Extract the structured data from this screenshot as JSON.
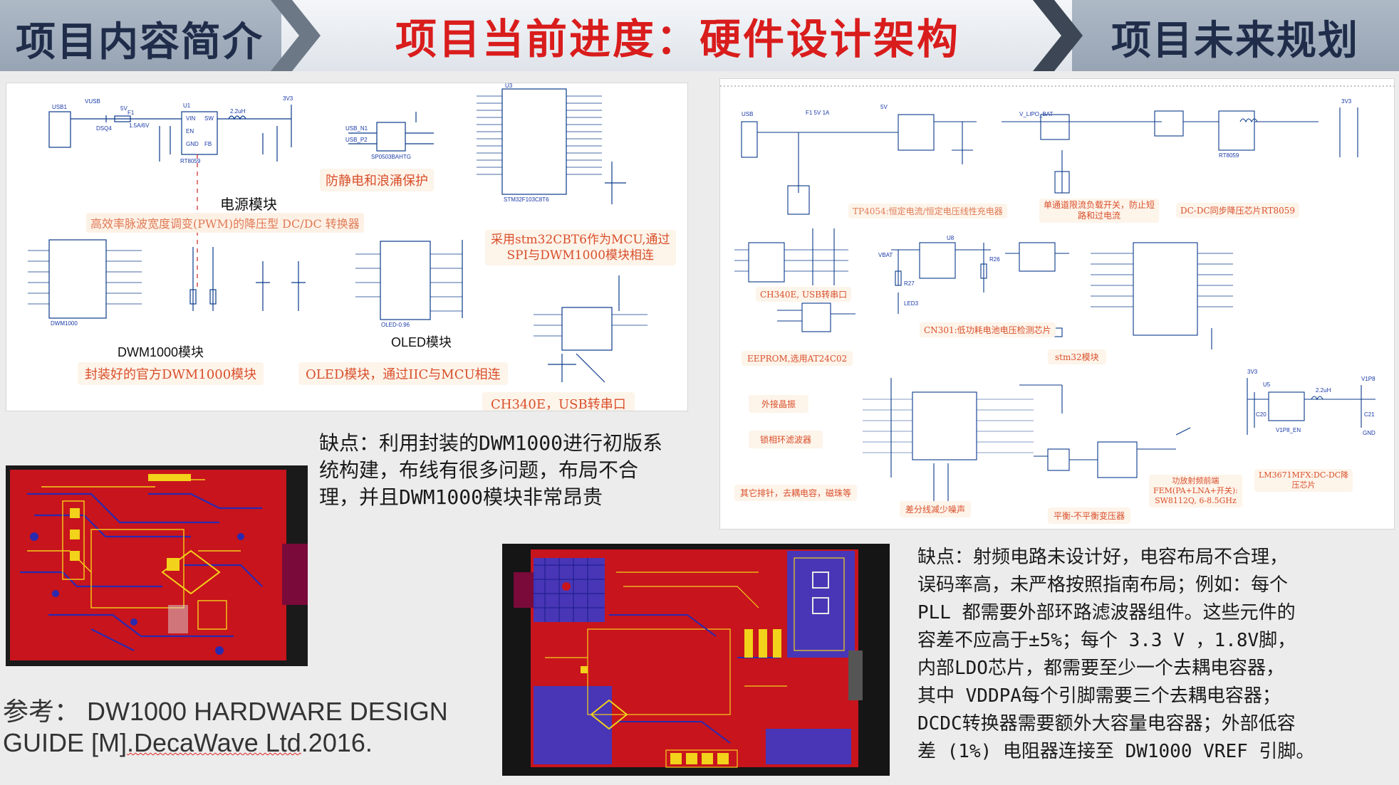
{
  "nav": {
    "left_label": "项目内容简介",
    "center_label": "项目当前进度：硬件设计架构",
    "right_label": "项目未来规划"
  },
  "schematic_v1": {
    "power_title": "电源模块",
    "power_callout": "高效率脉波宽度调变(PWM)的降压型 DC/DC 转换器",
    "esd_callout": "防静电和浪涌保护",
    "mcu_callout_1": "采用stm32CBT6作为MCU,通过",
    "mcu_callout_2": "SPI与DWM1000模块相连",
    "dwm_title": "DWM1000模块",
    "dwm_callout": "封装好的官方DWM1000模块",
    "oled_title": "OLED模块",
    "oled_callout": "OLED模块，通过IIC与MCU相连",
    "ch340_callout": "CH340E，USB转串口",
    "labels": {
      "usb": "USB1",
      "vusb": "VUSB",
      "u1": "U1",
      "rt8059": "RT8059",
      "v5": "5V",
      "v33": "3V3",
      "vin": "VIN",
      "sw": "SW",
      "en": "EN",
      "gnd": "GND",
      "fb": "FB",
      "inductor": "2.2uH",
      "f1": "F1",
      "dsq4": "DSQ4",
      "fuse": "1.5A/6V",
      "esd_part": "SP0503BAHTG",
      "usb_n": "USB_N1",
      "usb_p": "USB_P2",
      "u3": "U3",
      "mcu_part": "STM32F103C8T6",
      "dwm_part": "DWM1000",
      "oled_part": "OLED-0.96"
    }
  },
  "schematic_v2": {
    "charger_callout": "TP4054:恒定电流/恒定电压线性充电器",
    "switch_callout_1": "单通道限流负载开关，防止短",
    "switch_callout_2": "路和过电流",
    "dcdc_callout": "DC-DC同步降压芯片RT8059",
    "ch340_callout": "CH340E, USB转串口",
    "cn301_callout": "CN301:低功耗电池电压检测芯片",
    "eeprom_callout": "EEPROM,选用AT24C02",
    "stm32_callout": "stm32模块",
    "crystal_callout": "外接晶振",
    "pll_callout": "锁相环滤波器",
    "other_callout": "其它排针，去耦电容，磁珠等",
    "diff_callout": "差分线减少噪声",
    "balun_callout": "平衡-不平衡变压器",
    "fem_callout_1": "功放射频前端",
    "fem_callout_2": "FEM(PA+LNA+开关):",
    "fem_callout_3": "SW8112Q, 6-8.5GHz",
    "lm_callout_1": "LM3671MFX:DC-DC降",
    "lm_callout_2": "压芯片",
    "labels": {
      "usb": "USB",
      "fuse": "F1 5V 1A",
      "v5": "5V",
      "v33": "3V3",
      "vbat": "VBAT",
      "vlipo": "V_LIPO_BAT",
      "u8": "U8",
      "u5": "U5",
      "v1p8": "V1P8",
      "gnd": "GND",
      "ind": "2.2uH",
      "c20": "C20",
      "c21": "C21",
      "v1p8en": "V1P8_EN",
      "rt8059": "RT8059",
      "r26": "R26",
      "r27": "R27",
      "led3": "LED3"
    }
  },
  "note_left": {
    "line1": "缺点：利用封装的DWM1000进行初版系",
    "line2": "统构建，布线有很多问题，布局不合",
    "line3": "理，并且DWM1000模块非常昂贵"
  },
  "note_right": {
    "line1": "缺点：射频电路未设计好，电容布局不合理，",
    "line2": "误码率高，未严格按照指南布局；例如：每个",
    "line3": "PLL 都需要外部环路滤波器组件。这些元件的",
    "line4": "容差不应高于±5%；每个 3.3 V ，1.8V脚，",
    "line5": "内部LDO芯片，都需要至少一个去耦电容器，",
    "line6": "其中 VDDPA每个引脚需要三个去耦电容器；",
    "line7": "DCDC转换器需要额外大容量电容器；外部低容",
    "line8": "差 (1%) 电阻器连接至 DW1000 VREF 引脚。"
  },
  "reference": {
    "line1": "参考： DW1000 HARDWARE DESIGN",
    "line2_a": "GUIDE [M]",
    "line2_b": ".DecaWave Ltd",
    "line2_c": ".2016."
  },
  "colors": {
    "nav_dark": "#1f2d4a",
    "nav_accent": "#d91c1c",
    "callout_text": "#d94f2b",
    "callout_bg": "#fdf4ea",
    "pcb_red": "#c8141d",
    "pcb_blue": "#2a2ab0",
    "pcb_board_edge": "#7a0a3a",
    "wire": "#0a3a8a"
  }
}
